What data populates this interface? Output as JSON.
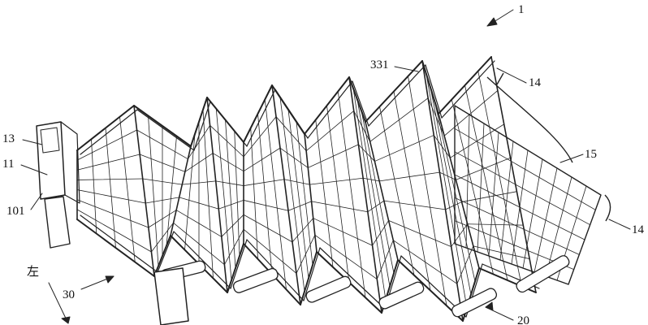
{
  "figure": {
    "labels": {
      "fig_number": "1",
      "part_331": "331",
      "part_14_top": "14",
      "part_15": "15",
      "part_14_right": "14",
      "part_13": "13",
      "part_11": "11",
      "part_101": "101",
      "part_30": "30",
      "direction_left": "左",
      "part_20": "20"
    },
    "colors": {
      "line": "#222222",
      "background": "#ffffff"
    }
  }
}
